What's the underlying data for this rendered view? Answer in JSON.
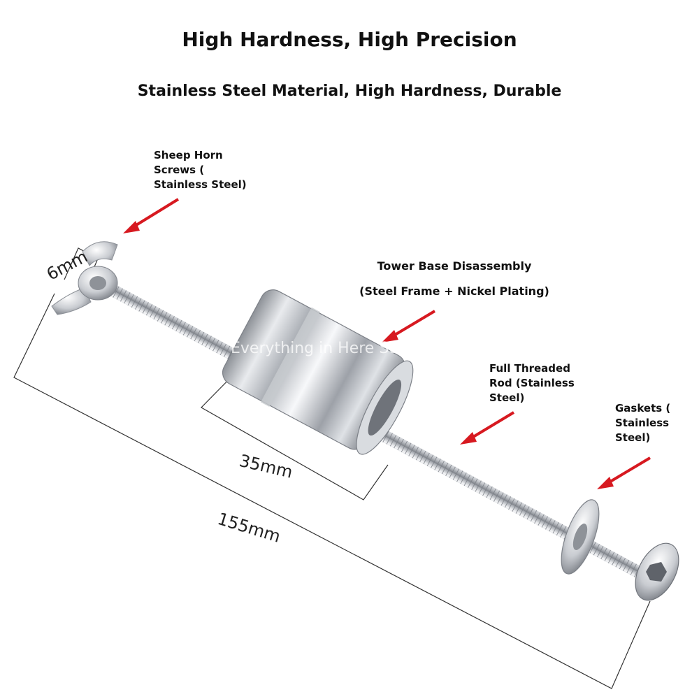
{
  "headings": {
    "title": "High Hardness, High Precision",
    "subtitle": "Stainless Steel Material, High Hardness, Durable"
  },
  "callouts": {
    "sheep_horn": [
      "Sheep Horn",
      "Screws (",
      "Stainless Steel)"
    ],
    "tower_base": [
      "Tower Base Disassembly",
      "(Steel Frame + Nickel Plating)"
    ],
    "threaded_rod": [
      "Full Threaded",
      "Rod (Stainless",
      "Steel)"
    ],
    "gaskets": [
      "Gaskets (",
      "Stainless",
      "Steel)"
    ]
  },
  "dimensions": {
    "thread_diameter": "6mm",
    "tower_length": "35mm",
    "total_length": "155mm"
  },
  "watermark": "Everything in Here Store",
  "colors": {
    "arrow": "#d71920",
    "dimension_line": "#333333",
    "metal_light": "#f2f3f5",
    "metal_dark": "#8c9097"
  }
}
